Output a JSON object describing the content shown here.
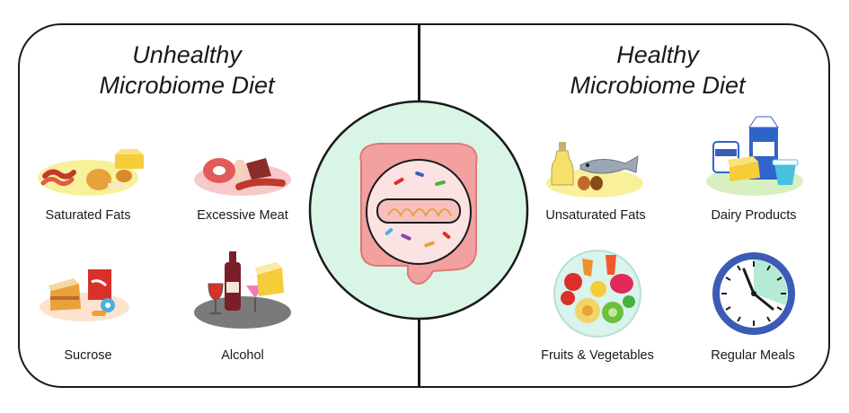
{
  "unhealthy": {
    "title_line1": "Unhealthy",
    "title_line2": "Microbiome Diet",
    "items": [
      {
        "label": "Saturated Fats",
        "icon": "fat-plate-icon"
      },
      {
        "label": "Excessive Meat",
        "icon": "meat-plate-icon"
      },
      {
        "label": "Sucrose",
        "icon": "cake-candy-icon"
      },
      {
        "label": "Alcohol",
        "icon": "wine-cocktail-icon"
      }
    ]
  },
  "healthy": {
    "title_line1": "Healthy",
    "title_line2": "Microbiome Diet",
    "items": [
      {
        "label": "Unsaturated Fats",
        "icon": "oil-fish-icon"
      },
      {
        "label": "Dairy Products",
        "icon": "dairy-icon"
      },
      {
        "label": "Fruits & Vegetables",
        "icon": "fruit-bowl-icon"
      },
      {
        "label": "Regular Meals",
        "icon": "clock-icon"
      }
    ]
  },
  "center": {
    "icon": "intestine-microbiome-icon"
  },
  "colors": {
    "outline": "#1a1a1a",
    "center_fill": "#d9f5e6",
    "intestine": "#f2a0a0",
    "plate_yellow": "#f8f09a",
    "plate_pink": "#f7c9c9",
    "plate_green": "#d8f0c0",
    "plate_peach": "#fde3cf",
    "plate_gray": "#7a7a7a",
    "clock_blue": "#3b5bb5"
  }
}
